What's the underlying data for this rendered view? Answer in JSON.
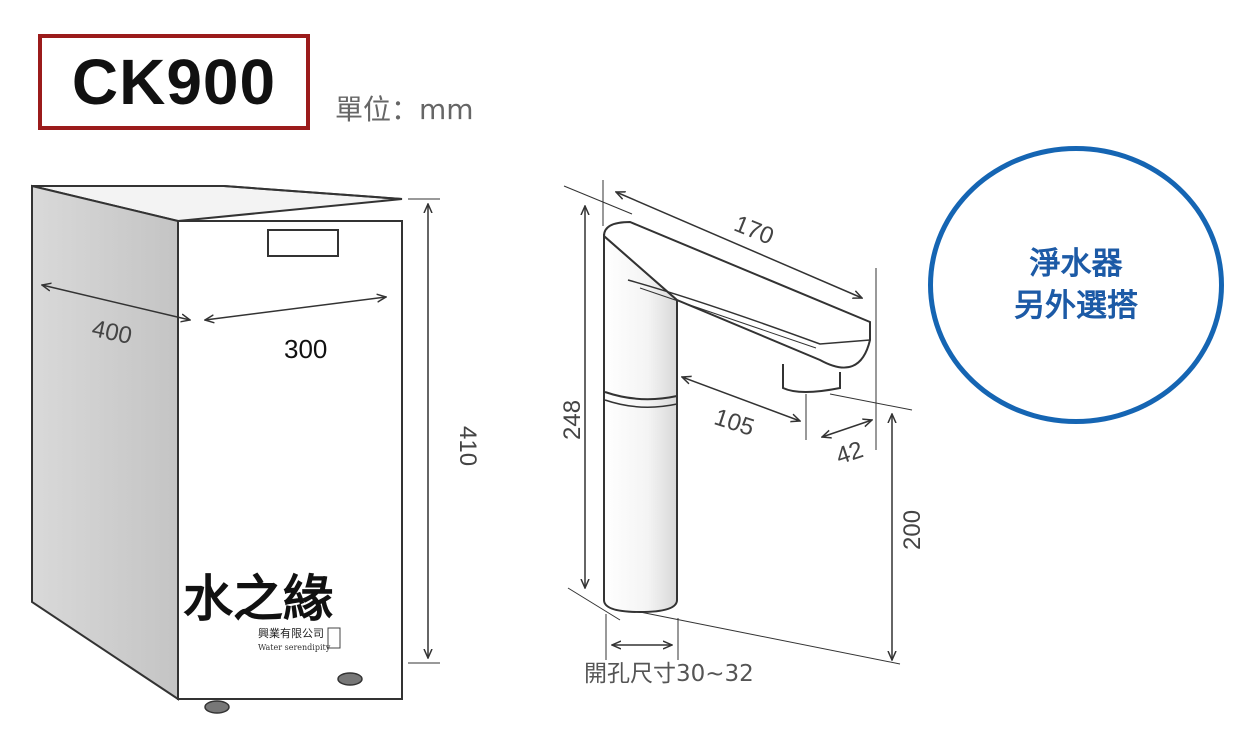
{
  "title": "CK900",
  "unit_label": "單位：mm",
  "cabinet": {
    "depth_label": "400",
    "width_label": "300",
    "height_label": "410"
  },
  "faucet": {
    "spout_length_label": "170",
    "total_height_label": "248",
    "reach_label": "105",
    "outlet_label": "42",
    "outlet_height_label": "200",
    "hole_size_label": "開孔尺寸30~32"
  },
  "badge": {
    "line1": "淨水器",
    "line2": "另外選搭"
  },
  "watermark": {
    "main": "水之緣",
    "sub": "興業有限公司",
    "english": "Water serendipity"
  },
  "colors": {
    "title_border": "#9b1b1b",
    "badge_border": "#1565b3",
    "badge_text": "#1c5aa6",
    "line": "#333333"
  }
}
